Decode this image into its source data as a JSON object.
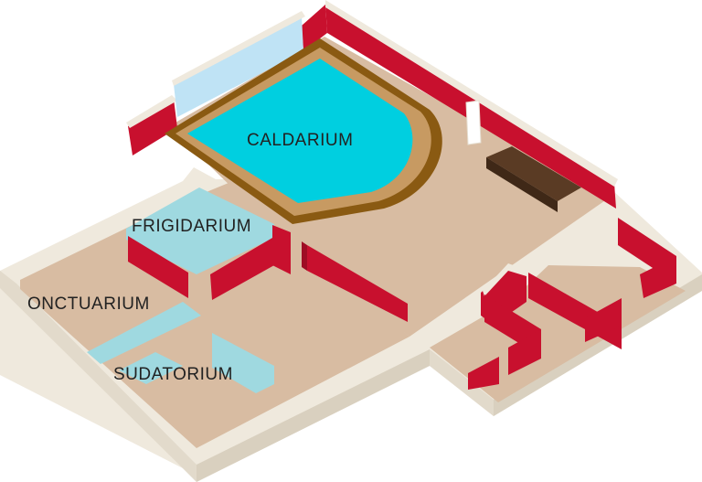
{
  "rooms": {
    "caldarium": "CALDARIUM",
    "frigidarium": "FRIGIDARIUM",
    "onctuarium": "ONCTUARIUM",
    "sudatorium": "SUDATORIUM"
  },
  "colors": {
    "floor": "#d8bca2",
    "wall_red": "#c8102e",
    "wall_red_dark": "#9e0d24",
    "wall_cream": "#efe9dd",
    "wall_cream_shade": "#ddd5c4",
    "pool_cyan": "#00cfe0",
    "pool_rim": "#c79a62",
    "pool_edge": "#8a5a12",
    "glass": "#bfe3f5",
    "light_water": "#9fd9e0",
    "bench": "#5a3b24"
  }
}
